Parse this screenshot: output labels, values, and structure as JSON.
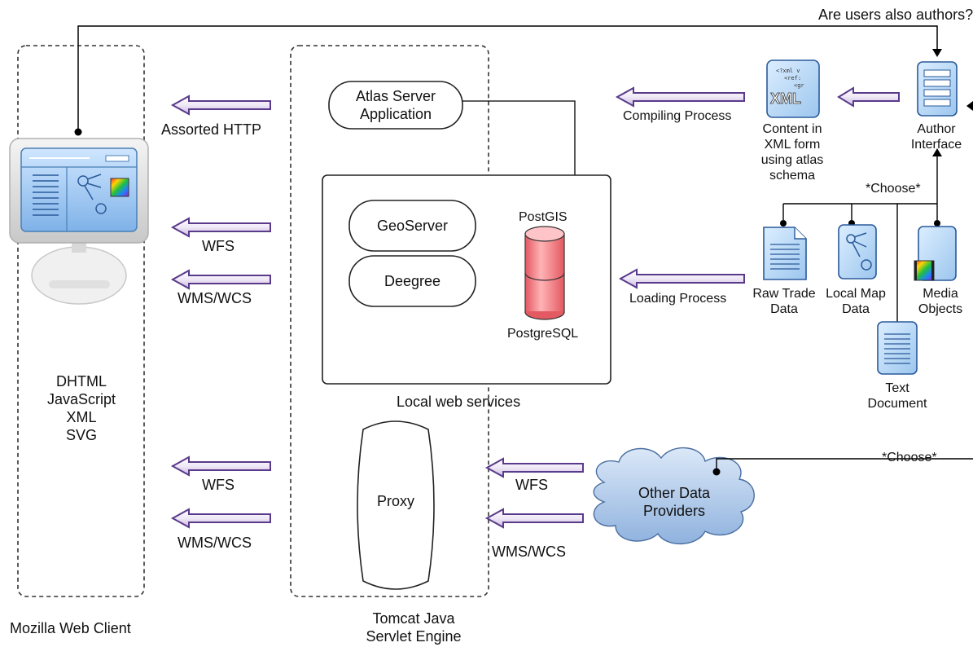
{
  "question": "Are users also authors?",
  "client": {
    "title": "Mozilla Web Client",
    "tech": [
      "DHTML",
      "JavaScript",
      "XML",
      "SVG"
    ]
  },
  "server": {
    "title_line1": "Tomcat Java",
    "title_line2": "Servlet Engine",
    "atlas_line1": "Atlas Server",
    "atlas_line2": "Application",
    "geoserver": "GeoServer",
    "deegree": "Deegree",
    "postgis": "PostGIS",
    "postgresql": "PostgreSQL",
    "local_services": "Local web services",
    "proxy": "Proxy"
  },
  "arrows": {
    "assorted_http": "Assorted HTTP",
    "wfs": "WFS",
    "wms_wcs": "WMS/WCS",
    "compiling": "Compiling Process",
    "loading": "Loading Process"
  },
  "authoring": {
    "xml_tag": "XML",
    "xml_snippet": [
      "<?xml v",
      "<ref:",
      "<gr"
    ],
    "xml_caption": [
      "Content in",
      "XML form",
      "using atlas",
      "schema"
    ],
    "author_caption": [
      "Author",
      "Interface"
    ],
    "choose": "*Choose*",
    "raw_trade": [
      "Raw Trade",
      "Data"
    ],
    "local_map": [
      "Local Map",
      "Data"
    ],
    "media": [
      "Media",
      "Objects"
    ],
    "text_doc": [
      "Text",
      "Document"
    ]
  },
  "providers": {
    "label_line1": "Other Data",
    "label_line2": "Providers",
    "choose": "*Choose*"
  },
  "colors": {
    "arrow_purple": "#5a3a8a",
    "doc_blue": "#4a8ac8",
    "db_red": "#f07a80",
    "cloud_blue": "#b8d0ee"
  }
}
